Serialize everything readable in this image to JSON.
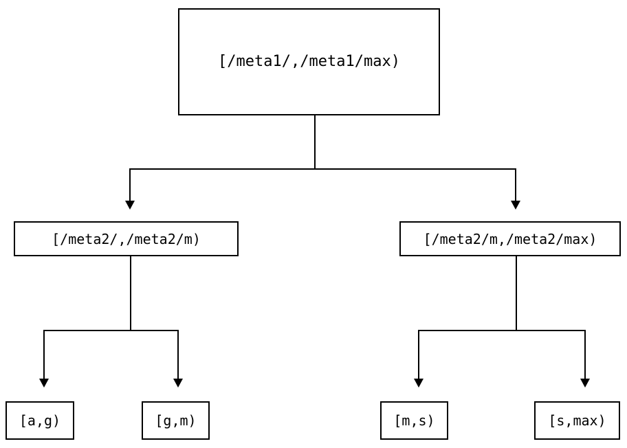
{
  "diagram": {
    "type": "tree",
    "orientation": "top-down",
    "background_color": "#ffffff",
    "line_color": "#000000",
    "text_color": "#000000",
    "nodes": {
      "root": {
        "label": "[/meta1/,/meta1/max)"
      },
      "mid_left": {
        "label": "[/meta2/,/meta2/m)"
      },
      "mid_right": {
        "label": "[/meta2/m,/meta2/max)"
      },
      "leaf_ag": {
        "label": "[a,g)"
      },
      "leaf_gm": {
        "label": "[g,m)"
      },
      "leaf_ms": {
        "label": "[m,s)"
      },
      "leaf_smax": {
        "label": "[s,max)"
      }
    },
    "edges": [
      {
        "from": "root",
        "to": "mid_left",
        "arrow": "arrowhead-down-icon"
      },
      {
        "from": "root",
        "to": "mid_right",
        "arrow": "arrowhead-down-icon"
      },
      {
        "from": "mid_left",
        "to": "leaf_ag",
        "arrow": "arrowhead-down-icon"
      },
      {
        "from": "mid_left",
        "to": "leaf_gm",
        "arrow": "arrowhead-down-icon"
      },
      {
        "from": "mid_right",
        "to": "leaf_ms",
        "arrow": "arrowhead-down-icon"
      },
      {
        "from": "mid_right",
        "to": "leaf_smax",
        "arrow": "arrowhead-down-icon"
      }
    ]
  }
}
